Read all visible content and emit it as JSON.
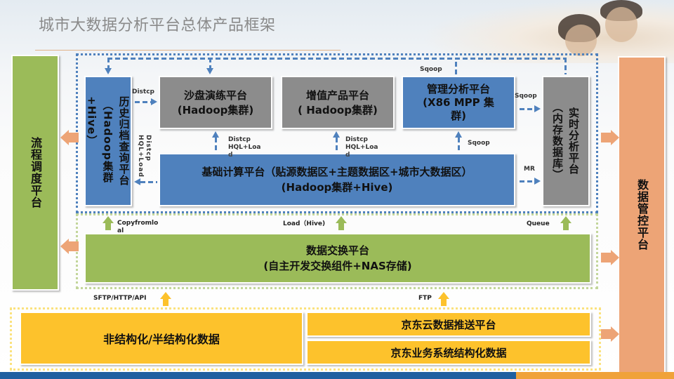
{
  "title": "城市大数据分析平台总体产品框架",
  "colors": {
    "green": "#9bbb59",
    "blue": "#4f81bd",
    "gray": "#8c8c8c",
    "orange": "#eda476",
    "yellow": "#fdc22c",
    "title_text": "#8a8a8a",
    "footer_blue": "#1f5fa0",
    "footer_orange": "#f0a23a"
  },
  "left_sidebar": {
    "label": "流程调度平台"
  },
  "right_sidebar": {
    "label": "数据管控平台"
  },
  "compute_layer": {
    "history": {
      "line1": "历史归档查询平台",
      "line2": "（Hadoop集群",
      "line3": "+Hive）"
    },
    "sandbox": {
      "line1": "沙盘演练平台",
      "line2": "(Hadoop集群)"
    },
    "value_added": {
      "line1": "增值产品平台",
      "line2": "( Hadoop集群)"
    },
    "management": {
      "line1": "管理分析平台",
      "line2": "(X86 MPP 集",
      "line3": "群)"
    },
    "realtime": {
      "line1": "实时分析平台",
      "line2": "（内存数据库）"
    },
    "base": {
      "line1": "基础计算平台（贴源数据区+主题数据区+城市大数据区）",
      "line2": "(Hadoop集群+Hive)"
    }
  },
  "exchange_layer": {
    "line1": "数据交换平台",
    "line2": "(自主开发交换组件+NAS存储)"
  },
  "source_layer": {
    "unstructured": "非结构化/半结构化数据",
    "jd_cloud": "京东云数据推送平台",
    "jd_business": "京东业务系统结构化数据"
  },
  "flow_labels": {
    "distcp_history_sandbox": "Distcp",
    "distcp_hql_load_vertical": "Distcp HQL+Load",
    "distcp_hql_load_sandbox_l1": "Distcp",
    "distcp_hql_load_sandbox_l2": "HQL+Loa",
    "distcp_hql_load_sandbox_l3": "d",
    "distcp_hql_load_value_l1": "Distcp",
    "distcp_hql_load_value_l2": "HQL+Loa",
    "distcp_hql_load_value_l3": "d",
    "sqoop_top": "Sqoop",
    "sqoop_right": "Sqoop",
    "sqoop_mid": "Sqoop",
    "mr": "MR",
    "copyfromlocal_l1": "Copyfromlo",
    "copyfromlocal_l2": "al",
    "load_hive": "Load（Hive)",
    "queue": "Queue",
    "sftp_http_api": "SFTP/HTTP/API",
    "ftp": "FTP"
  }
}
